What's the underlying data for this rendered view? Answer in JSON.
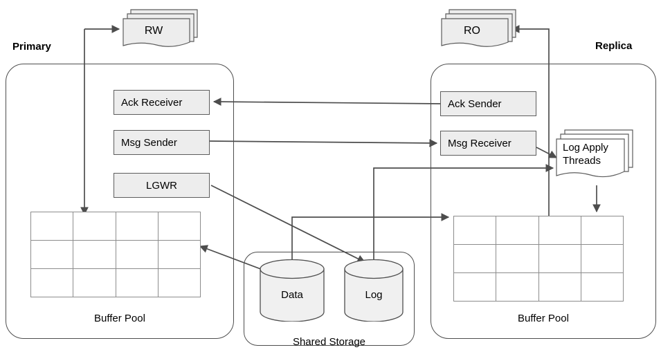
{
  "diagram": {
    "title": "Primary/Replica shared-storage database architecture",
    "stroke_color": "#4d4d4d",
    "node_fill": "#ededed",
    "grid_line_color": "#8c8c8c"
  },
  "primary": {
    "group_label": "Primary",
    "panel_caption": "Buffer Pool",
    "clients": {
      "label": "RW",
      "stack_count": 3
    },
    "processes": [
      {
        "label": "Ack Receiver",
        "align": "left"
      },
      {
        "label": "Msg Sender",
        "align": "left"
      },
      {
        "label": "LGWR",
        "align": "center"
      }
    ],
    "buffer_pool": {
      "cols": 4,
      "rows": 3
    }
  },
  "replica": {
    "group_label": "Replica",
    "panel_caption": "Buffer Pool",
    "clients": {
      "label": "RO",
      "stack_count": 3
    },
    "processes": [
      {
        "label": "Ack Sender",
        "align": "left"
      },
      {
        "label": "Msg Receiver",
        "align": "left"
      }
    ],
    "log_apply": {
      "line1": "Log Apply",
      "line2": "Threads",
      "stack_count": 3
    },
    "buffer_pool": {
      "cols": 4,
      "rows": 3
    }
  },
  "shared_storage": {
    "panel_caption": "Shared Storage",
    "stores": [
      {
        "label": "Data"
      },
      {
        "label": "Log"
      }
    ]
  },
  "connections": [
    {
      "from": "RW",
      "to": "Primary Buffer Pool",
      "arrow": "both"
    },
    {
      "from": "Ack Sender",
      "to": "Ack Receiver",
      "arrow": "single"
    },
    {
      "from": "Msg Sender",
      "to": "Msg Receiver",
      "arrow": "single"
    },
    {
      "from": "Msg Receiver",
      "to": "Log Apply Threads",
      "arrow": "single"
    },
    {
      "from": "LGWR",
      "to": "Log",
      "arrow": "single"
    },
    {
      "from": "Primary Buffer Pool",
      "to": "Data",
      "arrow": "both"
    },
    {
      "from": "Data",
      "to": "Replica Buffer Pool",
      "arrow": "single"
    },
    {
      "from": "Log",
      "to": "Log Apply Threads",
      "arrow": "single"
    },
    {
      "from": "Log Apply Threads",
      "to": "Replica Buffer Pool",
      "arrow": "single"
    },
    {
      "from": "Replica Buffer Pool",
      "to": "RO",
      "arrow": "single"
    }
  ]
}
